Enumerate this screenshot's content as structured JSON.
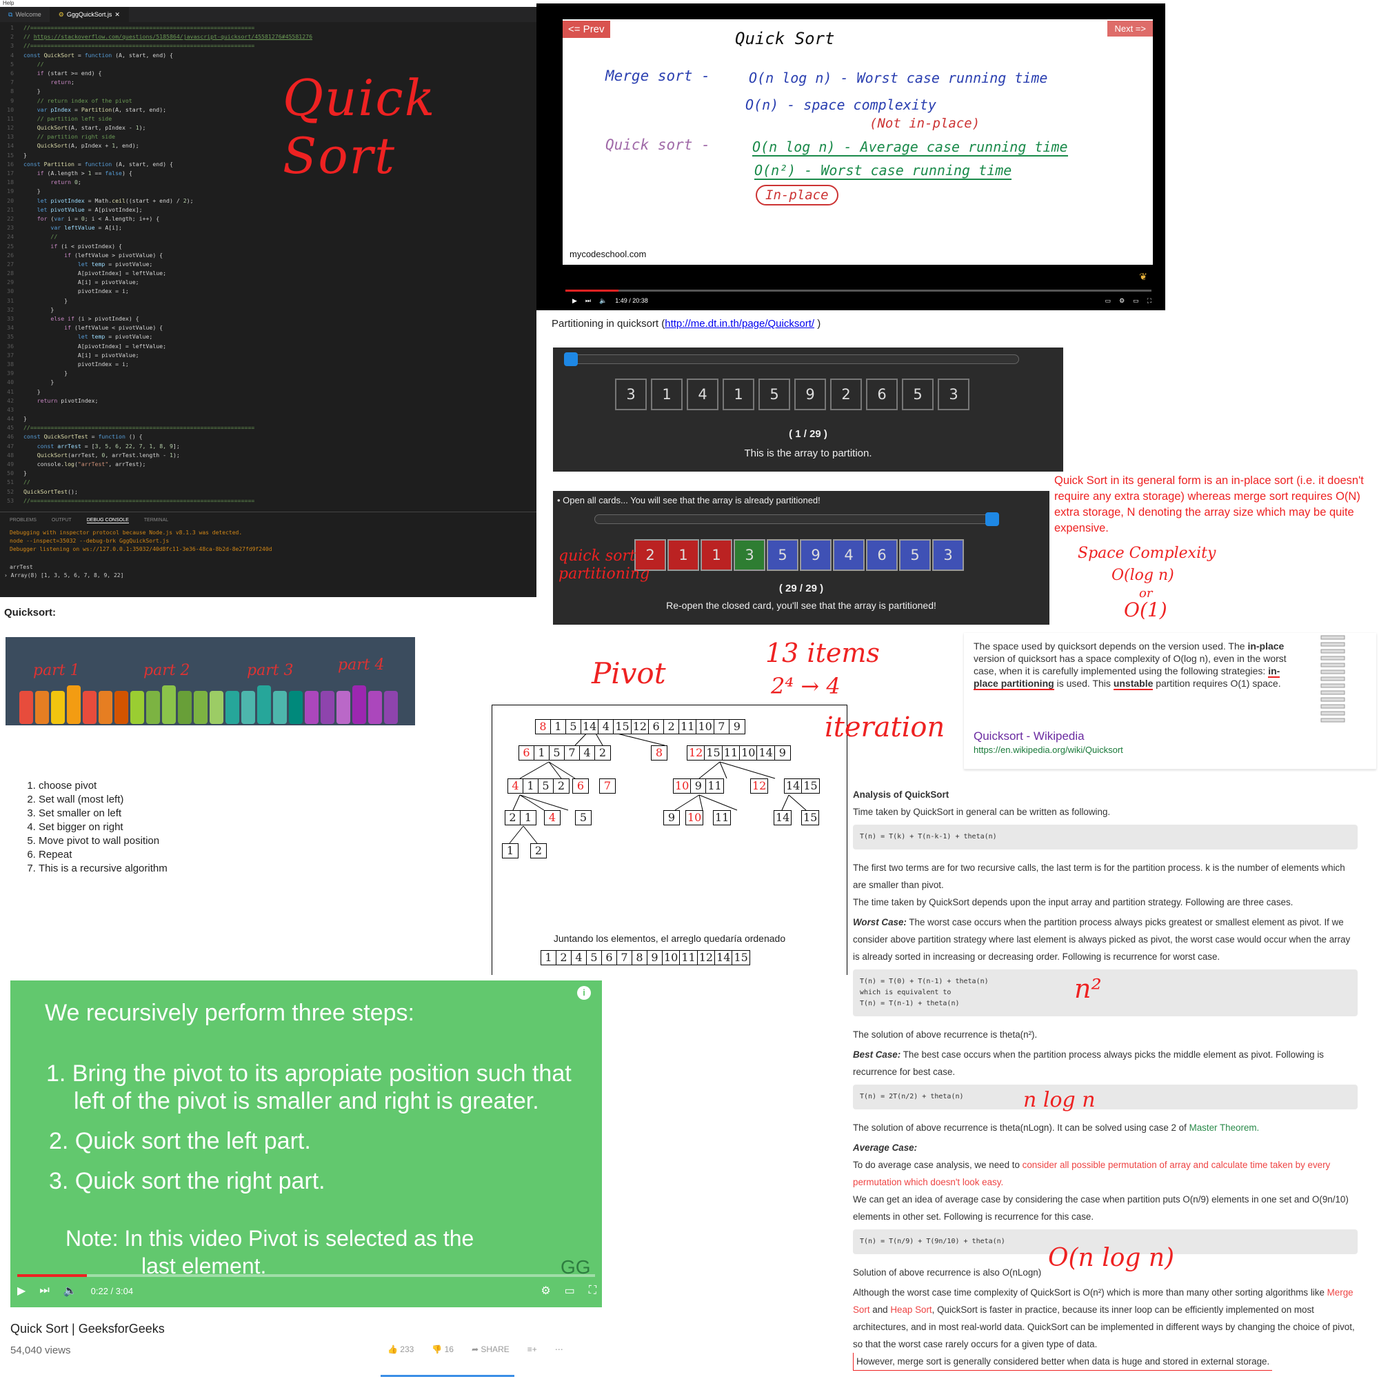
{
  "vscode": {
    "menu": "Help",
    "tabs": [
      "Welcome",
      "GggQuickSort.js"
    ],
    "code_lines": [
      [
        [
          "cc-com",
          "//=================================================================="
        ]
      ],
      [
        [
          "cc-com",
          "// "
        ],
        [
          "cc-link",
          "https://stackoverflow.com/questions/5185864/javascript-quicksort/45581276#45581276"
        ]
      ],
      [
        [
          "cc-com",
          "//=================================================================="
        ]
      ],
      [
        [
          "cc-kw",
          "const "
        ],
        [
          "cc-fn",
          "QuickSort"
        ],
        [
          "cc-txt",
          " = "
        ],
        [
          "cc-kw",
          "function "
        ],
        [
          "cc-txt",
          "(A, start, end) {"
        ]
      ],
      [
        [
          "cc-com",
          "    //"
        ]
      ],
      [
        [
          "cc-ctl",
          "    if "
        ],
        [
          "cc-txt",
          "(start >= end) {"
        ]
      ],
      [
        [
          "cc-ctl",
          "        return"
        ],
        [
          "cc-txt",
          ";"
        ]
      ],
      [
        [
          "cc-txt",
          "    }"
        ]
      ],
      [
        [
          "cc-com",
          "    // return index of the pivot"
        ]
      ],
      [
        [
          "cc-kw",
          "    var "
        ],
        [
          "ct",
          "pIndex"
        ],
        [
          "cc-txt",
          " = "
        ],
        [
          "cc-fn",
          "Partition"
        ],
        [
          "cc-txt",
          "(A, start, end);"
        ]
      ],
      [
        [
          "cc-com",
          "    // partition left side"
        ]
      ],
      [
        [
          "cc-fn",
          "    QuickSort"
        ],
        [
          "cc-txt",
          "(A, start, pIndex - "
        ],
        [
          "cc-num",
          "1"
        ],
        [
          "cc-txt",
          ");"
        ]
      ],
      [
        [
          "cc-com",
          "    // partition right side"
        ]
      ],
      [
        [
          "cc-fn",
          "    QuickSort"
        ],
        [
          "cc-txt",
          "(A, pIndex + "
        ],
        [
          "cc-num",
          "1"
        ],
        [
          "cc-txt",
          ", end);"
        ]
      ],
      [
        [
          "cc-txt",
          "}"
        ]
      ],
      [
        [
          "cc-kw",
          "const "
        ],
        [
          "cc-fn",
          "Partition"
        ],
        [
          "cc-txt",
          " = "
        ],
        [
          "cc-kw",
          "function "
        ],
        [
          "cc-txt",
          "(A, start, end) {"
        ]
      ],
      [
        [
          "cc-ctl",
          "    if "
        ],
        [
          "cc-txt",
          "(A.length > "
        ],
        [
          "cc-num",
          "1"
        ],
        [
          "cc-txt",
          " == "
        ],
        [
          "cc-kw",
          "false"
        ],
        [
          "cc-txt",
          ") {"
        ]
      ],
      [
        [
          "cc-ctl",
          "        return "
        ],
        [
          "cc-num",
          "0"
        ],
        [
          "cc-txt",
          ";"
        ]
      ],
      [
        [
          "cc-txt",
          "    }"
        ]
      ],
      [
        [
          "cc-kw",
          "    let "
        ],
        [
          "ct",
          "pivotIndex"
        ],
        [
          "cc-txt",
          " = Math."
        ],
        [
          "cc-fn",
          "ceil"
        ],
        [
          "cc-txt",
          "((start + end) / "
        ],
        [
          "cc-num",
          "2"
        ],
        [
          "cc-txt",
          ");"
        ]
      ],
      [
        [
          "cc-kw",
          "    let "
        ],
        [
          "ct",
          "pivotValue"
        ],
        [
          "cc-txt",
          " = A[pivotIndex];"
        ]
      ],
      [
        [
          "cc-ctl",
          "    for "
        ],
        [
          "cc-txt",
          "("
        ],
        [
          "cc-kw",
          "var "
        ],
        [
          "cc-txt",
          "i = "
        ],
        [
          "cc-num",
          "0"
        ],
        [
          "cc-txt",
          "; i < A.length; i++) {"
        ]
      ],
      [
        [
          "cc-kw",
          "        var "
        ],
        [
          "ct",
          "leftValue"
        ],
        [
          "cc-txt",
          " = A[i];"
        ]
      ],
      [
        [
          "cc-com",
          "        //"
        ]
      ],
      [
        [
          "cc-ctl",
          "        if "
        ],
        [
          "cc-txt",
          "(i < pivotIndex) {"
        ]
      ],
      [
        [
          "cc-ctl",
          "            if "
        ],
        [
          "cc-txt",
          "(leftValue > pivotValue) {"
        ]
      ],
      [
        [
          "cc-kw",
          "                let "
        ],
        [
          "ct",
          "temp"
        ],
        [
          "cc-txt",
          " = pivotValue;"
        ]
      ],
      [
        [
          "cc-txt",
          "                A[pivotIndex] = leftValue;"
        ]
      ],
      [
        [
          "cc-txt",
          "                A[i] = pivotValue;"
        ]
      ],
      [
        [
          "cc-txt",
          "                pivotIndex = i;"
        ]
      ],
      [
        [
          "cc-txt",
          "            }"
        ]
      ],
      [
        [
          "cc-txt",
          "        }"
        ]
      ],
      [
        [
          "cc-ctl",
          "        else if "
        ],
        [
          "cc-txt",
          "(i > pivotIndex) {"
        ]
      ],
      [
        [
          "cc-ctl",
          "            if "
        ],
        [
          "cc-txt",
          "(leftValue < pivotValue) {"
        ]
      ],
      [
        [
          "cc-kw",
          "                let "
        ],
        [
          "ct",
          "temp"
        ],
        [
          "cc-txt",
          " = pivotValue;"
        ]
      ],
      [
        [
          "cc-txt",
          "                A[pivotIndex] = leftValue;"
        ]
      ],
      [
        [
          "cc-txt",
          "                A[i] = pivotValue;"
        ]
      ],
      [
        [
          "cc-txt",
          "                pivotIndex = i;"
        ]
      ],
      [
        [
          "cc-txt",
          "            }"
        ]
      ],
      [
        [
          "cc-txt",
          "        }"
        ]
      ],
      [
        [
          "cc-txt",
          "    }"
        ]
      ],
      [
        [
          "cc-ctl",
          "    return "
        ],
        [
          "cc-txt",
          "pivotIndex;"
        ]
      ],
      [
        [
          "cc-txt",
          ""
        ]
      ],
      [
        [
          "cc-txt",
          "}"
        ]
      ],
      [
        [
          "cc-com",
          "//=================================================================="
        ]
      ],
      [
        [
          "cc-kw",
          "const "
        ],
        [
          "cc-fn",
          "QuickSortTest"
        ],
        [
          "cc-txt",
          " = "
        ],
        [
          "cc-kw",
          "function "
        ],
        [
          "cc-txt",
          "() {"
        ]
      ],
      [
        [
          "cc-kw",
          "    const "
        ],
        [
          "ct",
          "arrTest"
        ],
        [
          "cc-txt",
          " = ["
        ],
        [
          "cc-num",
          "3, 5, 6, 22, 7, 1, 8, 9"
        ],
        [
          "cc-txt",
          "];"
        ]
      ],
      [
        [
          "cc-fn",
          "    QuickSort"
        ],
        [
          "cc-txt",
          "(arrTest, "
        ],
        [
          "cc-num",
          "0"
        ],
        [
          "cc-txt",
          ", arrTest.length - "
        ],
        [
          "cc-num",
          "1"
        ],
        [
          "cc-txt",
          ");"
        ]
      ],
      [
        [
          "cc-txt",
          "    console."
        ],
        [
          "cc-fn",
          "log"
        ],
        [
          "cc-txt",
          "("
        ],
        [
          "cc-str",
          "\"arrTest\""
        ],
        [
          "cc-txt",
          ", arrTest);"
        ]
      ],
      [
        [
          "cc-txt",
          "}"
        ]
      ],
      [
        [
          "cc-com",
          "//"
        ]
      ],
      [
        [
          "cc-fn",
          "QuickSortTest"
        ],
        [
          "cc-txt",
          "();"
        ]
      ],
      [
        [
          "cc-com",
          "//=================================================================="
        ]
      ]
    ],
    "panel_tabs": [
      "PROBLEMS",
      "OUTPUT",
      "DEBUG CONSOLE",
      "TERMINAL"
    ],
    "debug_lines": [
      "Debugging with inspector protocol because Node.js v8.1.3 was detected.",
      "node --inspect=35032 --debug-brk GggQuickSort.js",
      "Debugger listening on ws://127.0.0.1:35032/40d8fc11-3e36-48ca-8b2d-8e27fd9f240d"
    ],
    "out_label": "arrTest",
    "out_value": "› Array(8) [1, 3, 5, 6, 7, 8, 9, 22]",
    "annotation": "Quick Sort"
  },
  "mcs": {
    "prev": "<= Prev",
    "next": "Next =>",
    "title": "Quick  Sort",
    "merge_label": "Merge  sort  -",
    "merge_l1": "O(n log n) - Worst case running time",
    "merge_l2": "O(n) - space complexity",
    "merge_l3": "(Not in-place)",
    "quick_label": "Quick  sort  -",
    "quick_l1": "O(n log n) - Average case running time",
    "quick_l2": "O(n²) - Worst case running time",
    "quick_l3": "In-place",
    "site": "mycodeschool.com",
    "time": "1:49 / 20:38",
    "progress": 0.09
  },
  "partition": {
    "title_prefix": "Partitioning in quicksort (",
    "link": "http://me.dt.in.th/page/Quicksort/",
    "title_suffix": " )",
    "array1": [
      "3",
      "1",
      "4",
      "1",
      "5",
      "9",
      "2",
      "6",
      "5",
      "3"
    ],
    "step1": "( 1 / 29 )",
    "caption1": "This is the array to partition.",
    "hint2": "Open all cards... You will see that the array is already partitioned!",
    "array2": [
      "2",
      "1",
      "1",
      "3",
      "5",
      "9",
      "4",
      "6",
      "5",
      "3"
    ],
    "array2_colors": [
      "#b22",
      "#b22",
      "#b22",
      "#2e7d32",
      "#3f51b5",
      "#3f51b5",
      "#3f51b5",
      "#3f51b5",
      "#3f51b5",
      "#3f51b5"
    ],
    "step2": "( 29 / 29 )",
    "caption2": "Re-open the closed card, you'll see that the array is partitioned!",
    "annot": "quick sort partitioning"
  },
  "red_note": {
    "text": "Quick Sort in its general form is an in-place sort (i.e. it doesn't require any extra storage) whereas merge sort requires O(N) extra storage, N denoting the array size which may be quite expensive.",
    "annot1": "Space Complexity",
    "annot2": "O(log n)",
    "annot3": "or",
    "annot4": "O(1)"
  },
  "left": {
    "label": "Quicksort:",
    "blocks": [
      "part 1",
      "part 2",
      "part 3",
      "part 4"
    ],
    "steps": [
      "choose pivot",
      "Set wall (most left)",
      "Set smaller on left",
      "Set bigger on right",
      "Move pivot to wall position",
      "Repeat",
      "This is a recursive algorithm"
    ]
  },
  "tree": {
    "annot_pivot": "Pivot",
    "annot_items": "13 items",
    "annot_2": "2⁴ → 4",
    "annot_iter": "iteration",
    "root": [
      "8",
      "1",
      "5",
      "14",
      "4",
      "15",
      "12",
      "6",
      "2",
      "11",
      "10",
      "7",
      "9"
    ],
    "caption": "Juntando los elementos, el arreglo quedaría ordenado",
    "sorted": [
      "1",
      "2",
      "4",
      "5",
      "6",
      "7",
      "8",
      "9",
      "10",
      "11",
      "12",
      "14",
      "15"
    ]
  },
  "wiki": {
    "text_a": "The space used by quicksort depends on the version used. The ",
    "bold1": "in-place",
    "text_b": " version of quicksort has a space complexity of O(log n), even in the worst case, when it is carefully implemented using the following strategies: ",
    "bold2": "in-place partitioning",
    "text_c": " is used. This ",
    "bold3": "unstable",
    "text_d": " partition requires O(1) space.",
    "title": "Quicksort - Wikipedia",
    "url": "https://en.wikipedia.org/wiki/Quicksort"
  },
  "analysis": {
    "title": "Analysis of QuickSort",
    "p1": "Time taken by QuickSort in general can be written as following.",
    "code1": "T(n) = T(k) + T(n-k-1) + theta(n)",
    "p2": "The first two terms are for two recursive calls, the last term is for the partition process. k is the number of elements which are smaller than pivot.",
    "p3": "The time taken by QuickSort depends upon the input array and partition strategy. Following are three cases.",
    "worst_h": "Worst Case:",
    "worst_p": " The worst case occurs when the partition process always picks greatest or smallest element as pivot. If we consider above partition strategy where last element is always picked as pivot, the worst case would occur when the array is already sorted in increasing or decreasing order. Following is recurrence for worst case.",
    "code2a": "T(n) = T(0) + T(n-1) + theta(n)",
    "code2b": "which is equivalent to",
    "code2c": "T(n) = T(n-1) + theta(n)",
    "sol1": "The solution of above recurrence is theta(n²).",
    "best_h": "Best Case:",
    "best_p": " The best case occurs when the partition process always picks the middle element as pivot. Following is recurrence for best case.",
    "code3": "T(n) = 2T(n/2) + theta(n)",
    "sol2a": "The solution of above recurrence is theta(nLogn). It can be solved using case 2 of ",
    "sol2b": "Master Theorem.",
    "avg_h": "Average Case:",
    "avg_p1a": "To do average case analysis, we need to ",
    "avg_p1b": "consider all possible permutation of array and calculate time taken by every permutation which doesn't look easy.",
    "avg_p2": "We can get an idea of average case by considering the case when partition puts O(n/9) elements in one set and O(9n/10) elements in other set. Following is recurrence for this case.",
    "code4": "T(n) = T(n/9) + T(9n/10) + theta(n)",
    "sol3": "Solution of above recurrence is also O(nLogn)",
    "p_last1a": "Although the worst case time complexity of QuickSort is O(n²) which is more than many other sorting algorithms like ",
    "p_last1b": "Merge Sort",
    "p_last1c": " and ",
    "p_last1d": "Heap Sort",
    "p_last1e": ", QuickSort is faster in practice, because its inner loop can be efficiently implemented on most architectures, and in most real-world data. QuickSort can be implemented in different ways by changing the choice of pivot, so that the worst case rarely occurs for a given type of data.",
    "p_last2": "However, merge sort is generally considered better when data is huge and stored in external storage.",
    "annot_n2": "n²",
    "annot_nlogn": "n log n",
    "annot_onlogn": "O(n log n)"
  },
  "gfg": {
    "heading": "We recursively perform three steps:",
    "s1a": "1. Bring the pivot to its apropiate position such that",
    "s1b": "left of the pivot is smaller and right is greater.",
    "s2": "2. Quick sort the left part.",
    "s3": "3. Quick sort the right part.",
    "note1": "Note: In this video Pivot is selected as the",
    "note2": "last element.",
    "logo": "GG",
    "time": "0:22 / 3:04",
    "progress": 0.12,
    "title": "Quick Sort | GeeksforGeeks",
    "views": "54,040 views",
    "likes": "233",
    "dislikes": "16",
    "share": "SHARE"
  }
}
